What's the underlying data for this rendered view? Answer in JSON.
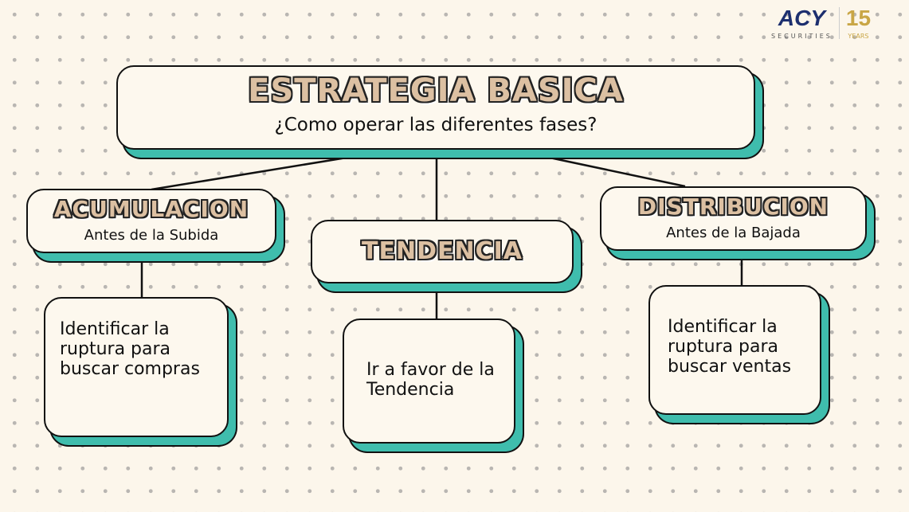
{
  "logo": {
    "brand": "ACY",
    "sub": "SECURITIES",
    "badge": "15",
    "badge_sub": "YEARS"
  },
  "main": {
    "title": "ESTRATEGIA BASICA",
    "subtitle": "¿Como operar las diferentes fases?"
  },
  "phases": [
    {
      "title": "ACUMULACION",
      "subtitle": "Antes de la Subida",
      "detail": "Identificar la ruptura para buscar compras"
    },
    {
      "title": "TENDENCIA",
      "subtitle": "",
      "detail": "Ir a favor de la Tendencia"
    },
    {
      "title": "DISTRIBUCION",
      "subtitle": "Antes de la Bajada",
      "detail": "Identificar la ruptura para buscar ventas"
    }
  ],
  "colors": {
    "shadow": "#3fbdad",
    "title_fill": "#dcc0a2",
    "background": "#fcf6eb"
  }
}
